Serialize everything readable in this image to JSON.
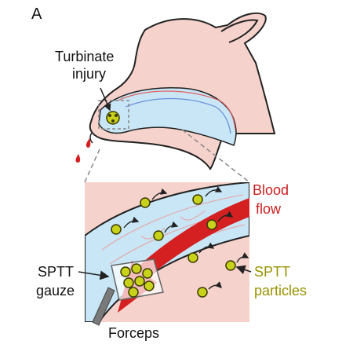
{
  "panel_letter": "A",
  "labels": {
    "turbinate_injury_line1": "Turbinate",
    "turbinate_injury_line2": "injury",
    "blood_flow_line1": "Blood",
    "blood_flow_line2": "flow",
    "sptt_particles_line1": "SPTT",
    "sptt_particles_line2": "particles",
    "sptt_gauze_line1": "SPTT",
    "sptt_gauze_line2": "gauze",
    "forceps": "Forceps"
  },
  "colors": {
    "head_fill": "#f6d2cc",
    "head_stroke": "#222222",
    "nasal_cavity": "#c8e6f6",
    "blood": "#d42020",
    "particle": "#c9d21a",
    "particle_stroke": "#3b3b00",
    "label_red": "#cc1f1f",
    "label_olive": "#9a9200",
    "forceps": "#7a7a7a"
  }
}
